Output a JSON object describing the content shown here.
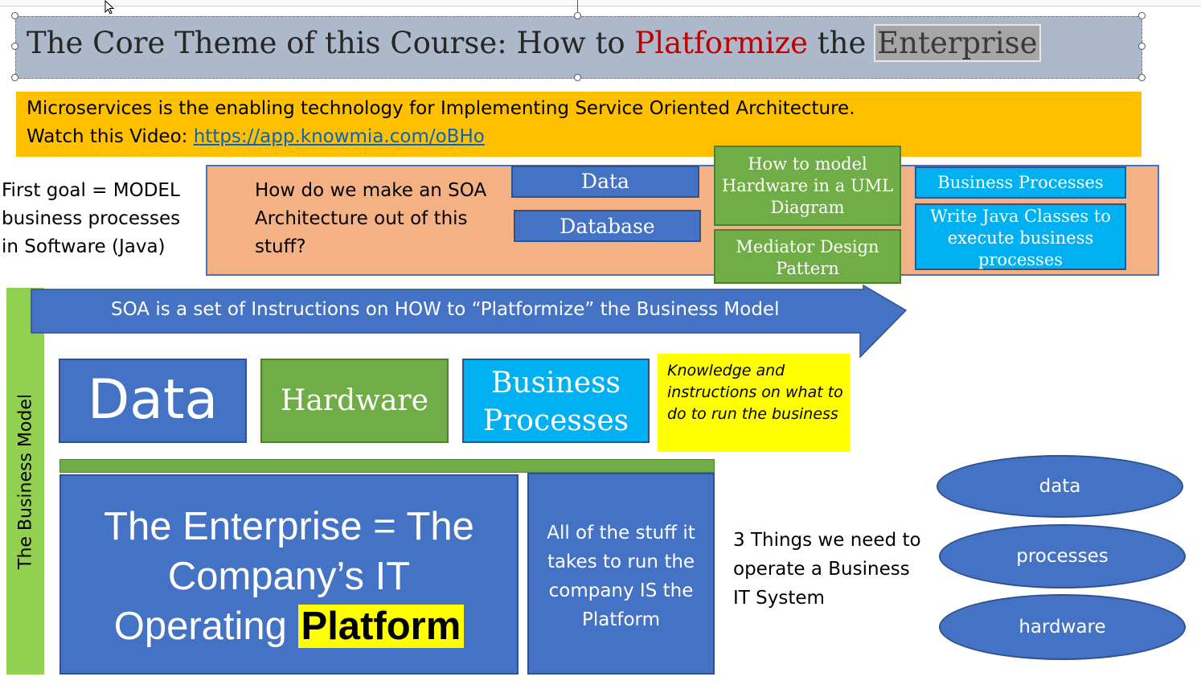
{
  "title": {
    "part1": "The Core Theme of this Course: How to ",
    "highlight": "Platformize",
    "part2": " the ",
    "selected": "Enterprise"
  },
  "banner": {
    "line1": "Microservices is the enabling technology for Implementing Service Oriented Architecture.",
    "video_label": "Watch this Video: ",
    "video_url": "https://app.knowmia.com/oBHo"
  },
  "first_goal": "First goal = MODEL business processes in Software (Java)",
  "question": "How do we make an SOA Architecture out of this stuff?",
  "top_boxes": {
    "data": "Data",
    "database": "Database",
    "how_to_model": "How to model Hardware in a UML Diagram",
    "mediator": "Mediator Design Pattern",
    "business_processes": "Business Processes",
    "write_java": "Write Java Classes to execute business processes"
  },
  "arrow_text": "SOA is a set of Instructions on HOW to “Platformize” the Business Model",
  "side_label": "The Business Model",
  "model_boxes": {
    "data": "Data",
    "hardware": "Hardware",
    "business_processes": "Business Processes"
  },
  "knowledge_note": "Knowledge and instructions on what to do to run the business",
  "enterprise": {
    "line1": "The Enterprise = The",
    "line2": "Company’s IT",
    "line3a": "Operating ",
    "line3b": "Platform"
  },
  "all_stuff": "All of the stuff it takes to run the company IS the Platform",
  "three_things": "3 Things we need to operate a Business IT System",
  "ellipses": [
    "data",
    "processes",
    "hardware"
  ],
  "colors": {
    "title_bg": "#adb9ca",
    "title_red": "#c00000",
    "banner": "#ffc000",
    "salmon": "#f4b183",
    "blue": "#4472c4",
    "green": "#70ad47",
    "cyan": "#00b0f0",
    "light_green": "#92d050",
    "yellow": "#ffff00"
  }
}
